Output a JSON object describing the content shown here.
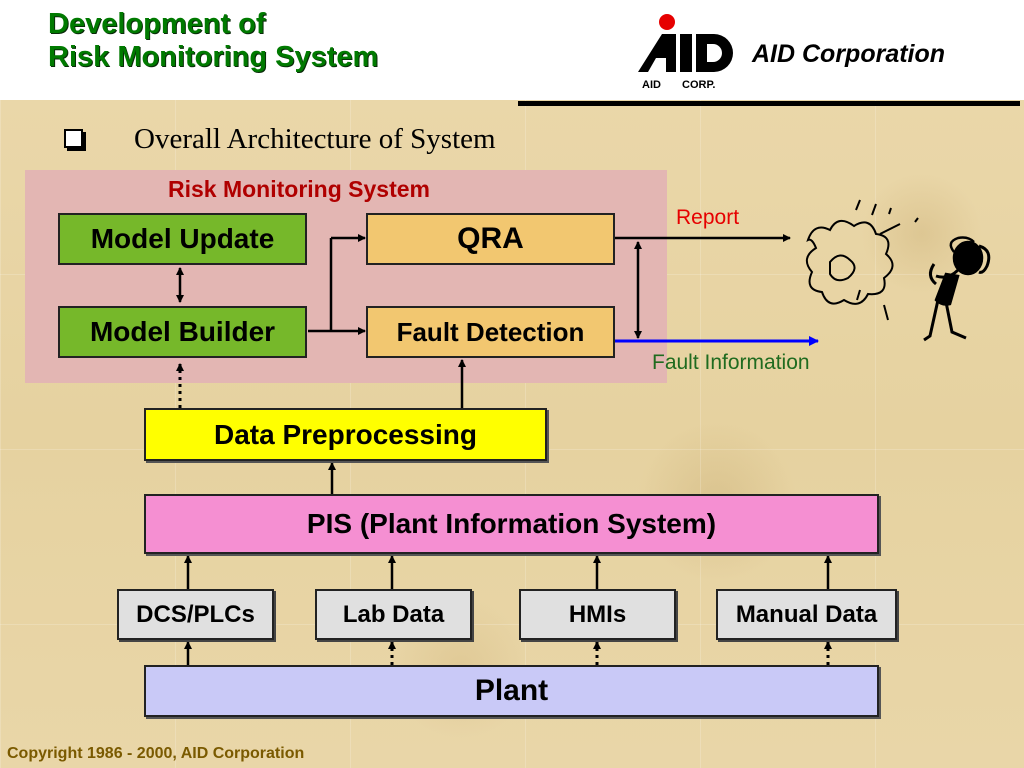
{
  "header": {
    "title_line1": "Development of",
    "title_line2": "Risk Monitoring System",
    "logo_letters": "AID",
    "logo_caption_left": "AID",
    "logo_caption_right": "CORP.",
    "corporation": "AID Corporation"
  },
  "section": {
    "bullet_text": "Overall Architecture of System"
  },
  "diagram": {
    "group_label": "Risk Monitoring System",
    "model_update": "Model Update",
    "model_builder": "Model Builder",
    "qra": "QRA",
    "fault_detection": "Fault Detection",
    "data_preprocessing": "Data Preprocessing",
    "pis": "PIS (Plant Information System)",
    "sources": [
      "DCS/PLCs",
      "Lab Data",
      "HMIs",
      "Manual Data"
    ],
    "plant": "Plant",
    "report_label": "Report",
    "fault_info_label": "Fault Information",
    "icons": [
      "explosion-icon",
      "worried-person-icon"
    ]
  },
  "footer": {
    "copyright": "Copyright 1986 - 2000,  AID Corporation"
  },
  "colors": {
    "title": "#007a00",
    "model_boxes": "#76b82a",
    "qra_boxes": "#f2c770",
    "preprocessing": "#ffff00",
    "pis": "#f58fd2",
    "plant": "#c9c9f7",
    "panel": "#e3b6b3",
    "report": "#e60000",
    "fault_arrow": "#0000ff"
  }
}
